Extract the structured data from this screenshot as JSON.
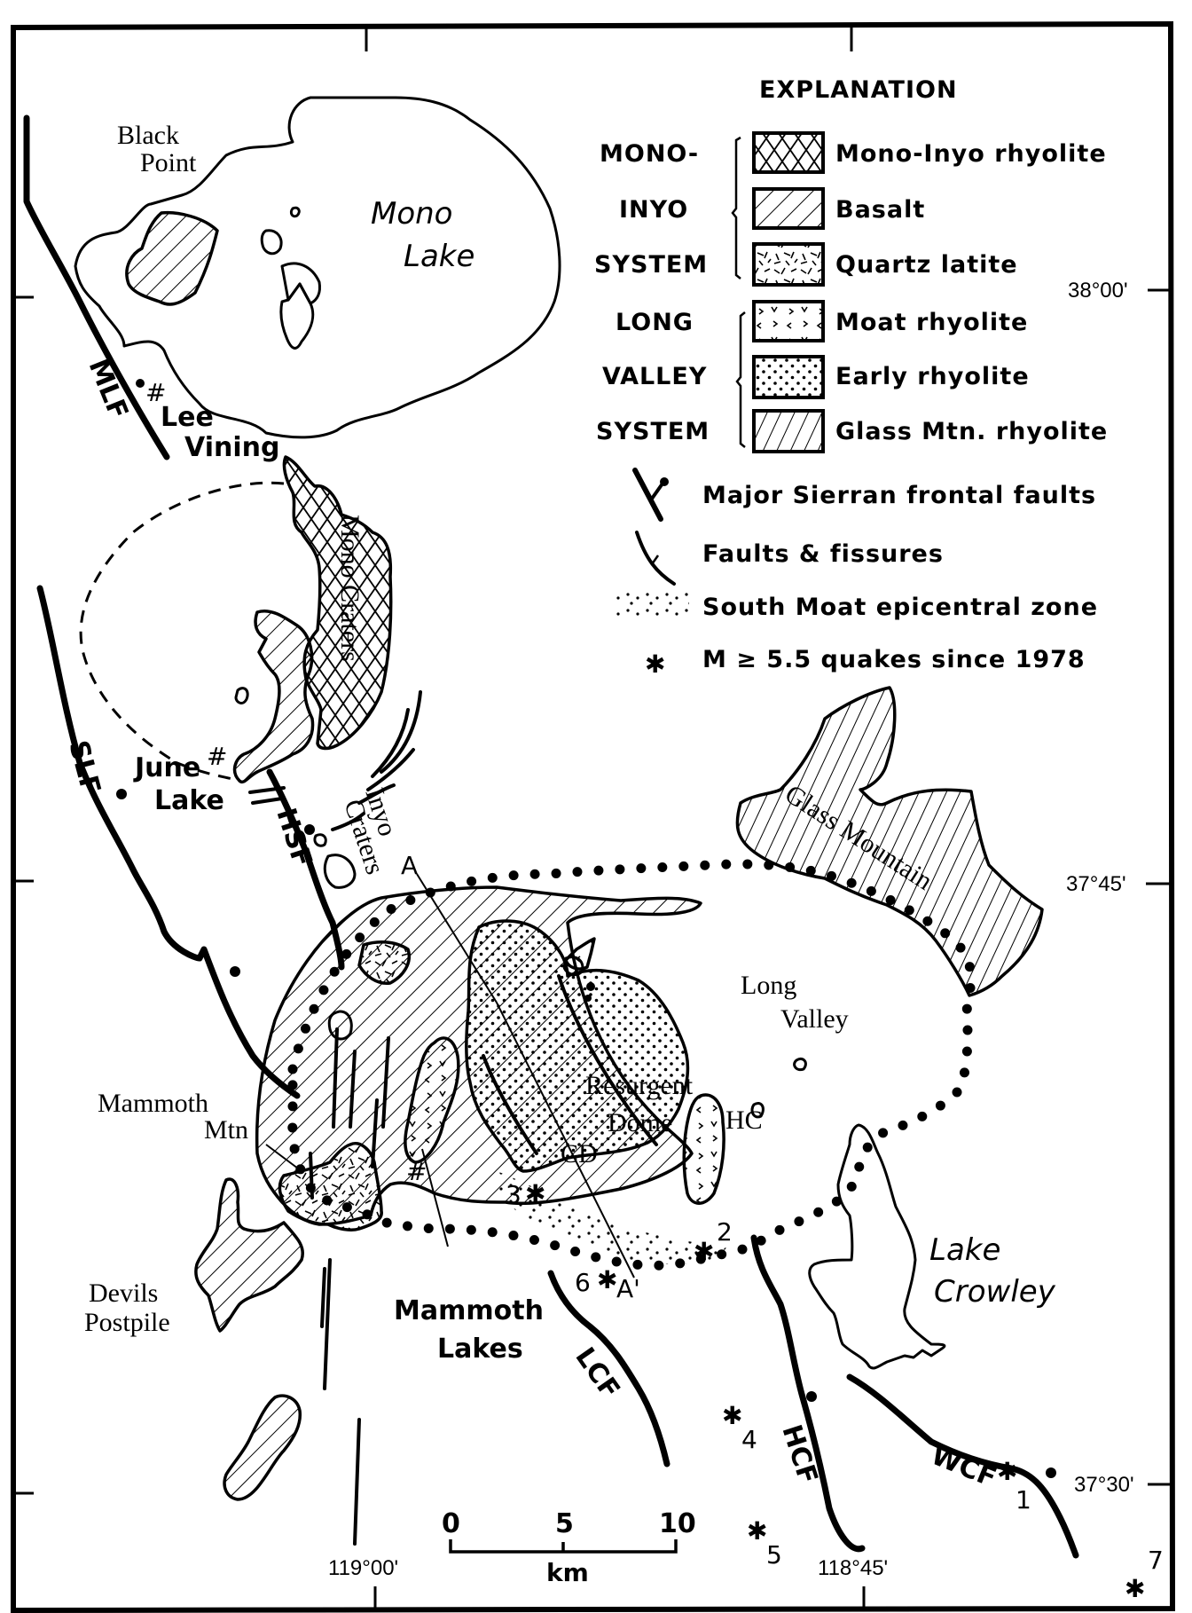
{
  "legend": {
    "title": "EXPLANATION",
    "groups": [
      {
        "label_lines": [
          "MONO-",
          "INYO",
          "SYSTEM"
        ]
      },
      {
        "label_lines": [
          "LONG",
          "VALLEY",
          "SYSTEM"
        ]
      }
    ],
    "units": [
      {
        "label": "Mono-Inyo rhyolite",
        "pattern": "crosshatch"
      },
      {
        "label": "Basalt",
        "pattern": "diagonal-down"
      },
      {
        "label": "Quartz latite",
        "pattern": "random-dashes"
      },
      {
        "label": "Moat rhyolite",
        "pattern": "v-marks"
      },
      {
        "label": "Early rhyolite",
        "pattern": "dots"
      },
      {
        "label": "Glass Mtn. rhyolite",
        "pattern": "diagonal-up"
      }
    ],
    "symbols": [
      {
        "label": "Major Sierran frontal faults",
        "icon": "major-fault-icon"
      },
      {
        "label": "Faults & fissures",
        "icon": "fault-icon"
      },
      {
        "label": "South Moat epicentral zone",
        "icon": "epicentral-dots-icon"
      },
      {
        "label": "M ≥ 5.5 quakes since 1978",
        "icon": "asterisk-icon"
      }
    ]
  },
  "places": {
    "black_point": [
      "Black",
      "Point"
    ],
    "mono_lake": [
      "Mono",
      "Lake"
    ],
    "lee_vining": [
      "Lee",
      "Vining"
    ],
    "mono_craters": "Mono Craters",
    "june_lake": [
      "June",
      "Lake"
    ],
    "inyo_craters": [
      "Inyo",
      "Craters"
    ],
    "glass_mountain": "Glass Mountain",
    "long_valley": [
      "Long",
      "Valley"
    ],
    "resurgent_dome": [
      "Resurgent",
      "Dome"
    ],
    "hc": "HC",
    "cd": "CD",
    "mammoth_mtn": [
      "Mammoth",
      "Mtn"
    ],
    "devils_postpile": [
      "Devils",
      "Postpile"
    ],
    "mammoth_lakes": [
      "Mammoth",
      "Lakes"
    ],
    "lake_crowley": [
      "Lake",
      "Crowley"
    ]
  },
  "faults": {
    "mlf": "MLF",
    "slf": "SLF",
    "hsf": "HSF",
    "lcf": "LCF",
    "hcf": "HCF",
    "wcf": "WCF"
  },
  "section": {
    "start": "A",
    "end": "A'"
  },
  "quakes": [
    "1",
    "2",
    "3",
    "4",
    "5",
    "6",
    "7"
  ],
  "coordinates": {
    "lat_38_00": "38°00'",
    "lat_37_45": "37°45'",
    "lat_37_30": "37°30'",
    "lon_119_00": "119°00'",
    "lon_118_45": "118°45'"
  },
  "scale_bar": {
    "ticks": [
      "0",
      "5",
      "10"
    ],
    "unit": "km"
  }
}
